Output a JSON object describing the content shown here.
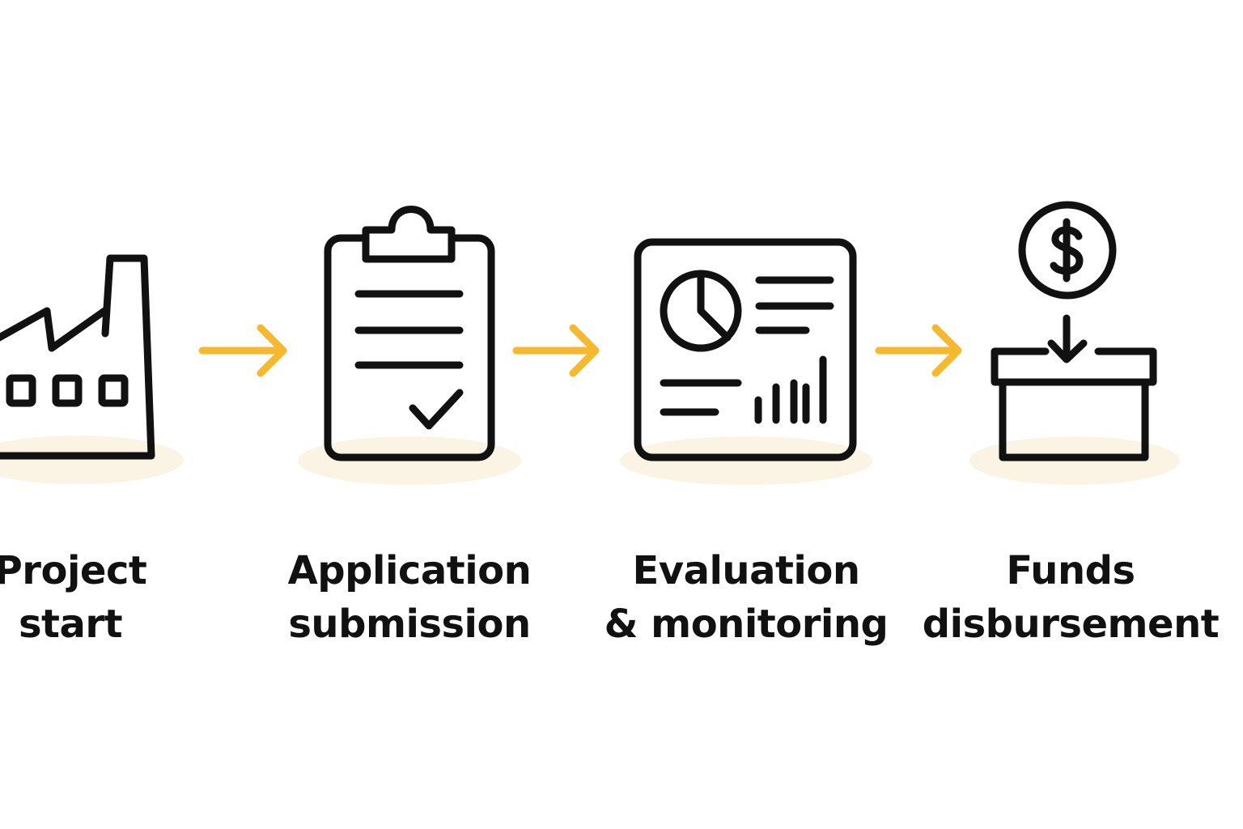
{
  "colors": {
    "stroke": "#111111",
    "arrow": "#F5B82E",
    "shadow": "#FBF3E4",
    "background": "#FFFFFF"
  },
  "steps": [
    {
      "icon": "factory-icon",
      "label_line1": "Project",
      "label_line2": "start"
    },
    {
      "icon": "clipboard-check-icon",
      "label_line1": "Application",
      "label_line2": "submission"
    },
    {
      "icon": "report-chart-icon",
      "label_line1": "Evaluation",
      "label_line2": "& monitoring"
    },
    {
      "icon": "funds-box-icon",
      "label_line1": "Funds",
      "label_line2": "disbursement"
    }
  ],
  "connectors": [
    {
      "from": "Project start",
      "to": "Application submission",
      "icon": "arrow-right-icon"
    },
    {
      "from": "Application submission",
      "to": "Evaluation & monitoring",
      "icon": "arrow-right-icon"
    },
    {
      "from": "Evaluation & monitoring",
      "to": "Funds disbursement",
      "icon": "arrow-right-icon"
    }
  ]
}
